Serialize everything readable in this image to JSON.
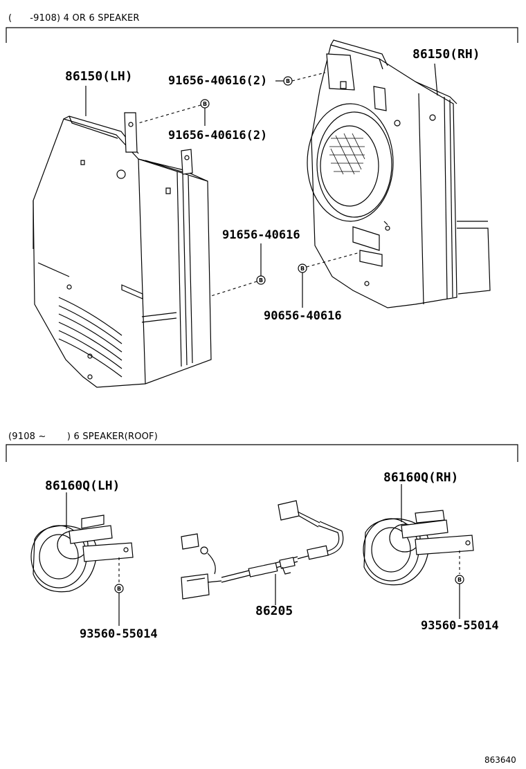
{
  "sections": [
    {
      "title": "(      -9108) 4 OR 6 SPEAKER"
    },
    {
      "title": "(9108 ~       ) 6 SPEAKER(ROOF)"
    }
  ],
  "parts": {
    "lh_box_speaker": "86150(LH)",
    "rh_box_speaker": "86150(RH)",
    "bolt_upper_right": "91656-40616(2)",
    "bolt_upper_left": "91656-40616(2)",
    "bolt_mid": "91656-40616",
    "bolt_lower_right": "90656-40616",
    "roof_speaker_lh": "86160Q(LH)",
    "roof_speaker_rh": "86160Q(RH)",
    "wire_harness": "86205",
    "screw_lh": "93560-55014",
    "screw_rh": "93560-55014"
  },
  "bolt_marker": "B",
  "figure_id": "863640"
}
